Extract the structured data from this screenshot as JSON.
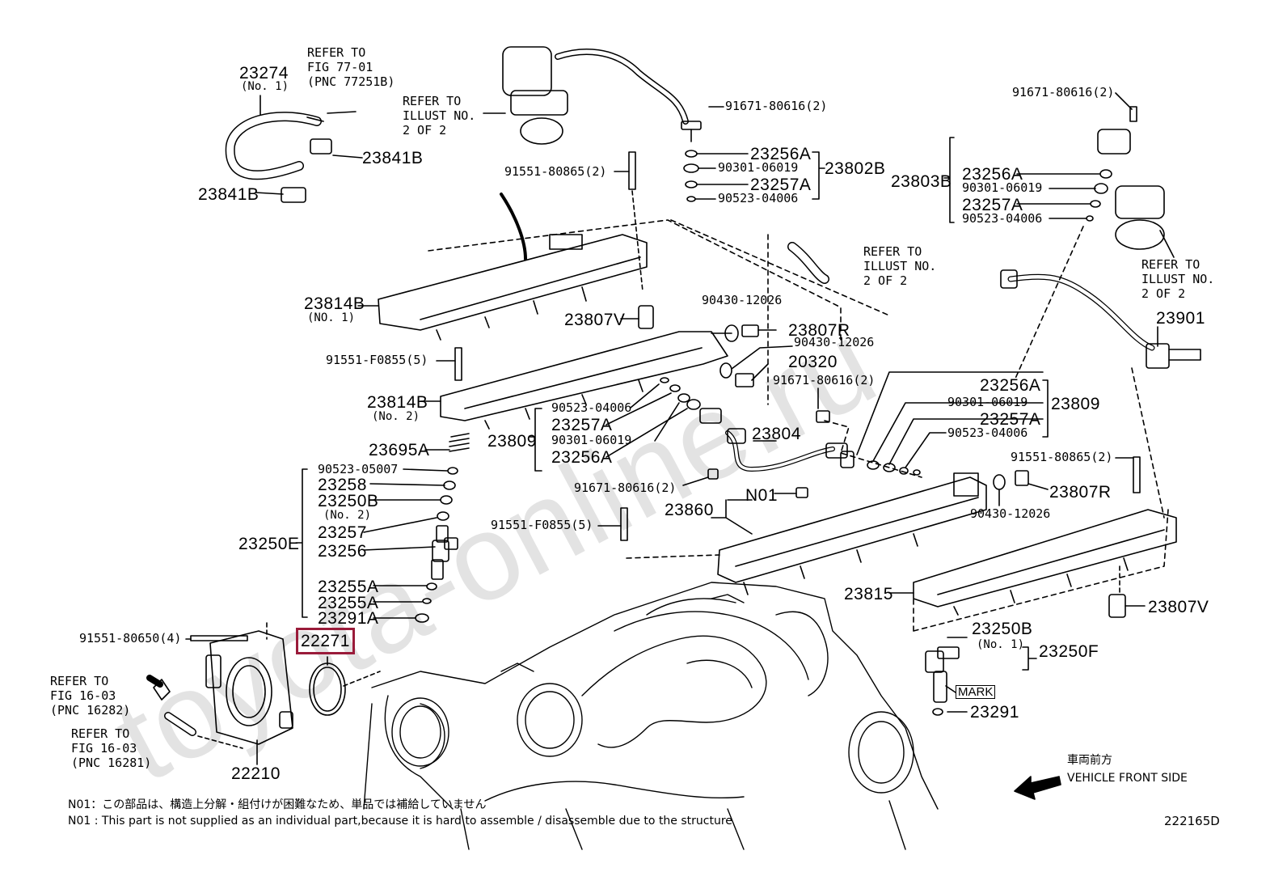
{
  "watermark": "toyota-online.ru",
  "labels": {
    "p23274": "23274",
    "p23274_sub": "(No. 1)",
    "ref_77_01": "REFER TO\nFIG 77-01\n(PNC 77251B)",
    "p23841B_a": "23841B",
    "p23841B_b": "23841B",
    "ref_illust_a": "REFER TO\nILLUST NO.\n2 OF 2",
    "p91671_a": "91671-80616(2)",
    "p23256A_a": "23256A",
    "p90301_a": "90301-06019",
    "p23257A_a": "23257A",
    "p90523_a": "90523-04006",
    "p23802B": "23802B",
    "p91551_80865_a": "91551-80865(2)",
    "p91671_b": "91671-80616(2)",
    "p23803B": "23803B",
    "p23256A_b": "23256A",
    "p90301_b": "90301-06019",
    "p23257A_b": "23257A",
    "p90523_b": "90523-04006",
    "ref_illust_b": "REFER TO\nILLUST NO.\n2 OF 2",
    "ref_illust_c": "REFER TO\nILLUST NO.\n2 OF 2",
    "p23814B_1": "23814B",
    "p23814B_1_sub": "(NO. 1)",
    "p23807V_a": "23807V",
    "p90430_a": "90430-12026",
    "p23807R_a": "23807R",
    "p90430_b": "90430-12026",
    "p20320": "20320",
    "p91671_c": "91671-80616(2)",
    "p23901": "23901",
    "p91551_F0855_a": "91551-F0855(5)",
    "p23814B_2": "23814B",
    "p23814B_2_sub": "(No. 2)",
    "p90523_c": "90523-04006",
    "p23257A_c": "23257A",
    "p23809_a": "23809",
    "p90301_c": "90301-06019",
    "p23256A_c": "23256A",
    "p23804": "23804",
    "p23256A_d": "23256A",
    "p90301_d": "90301-06019",
    "p23809_b": "23809",
    "p23257A_d": "23257A",
    "p90523_d": "90523-04006",
    "p23695A": "23695A",
    "p90523_05007": "90523-05007",
    "p23258": "23258",
    "p23250B_2": "23250B",
    "p23250B_2_sub": "(No. 2)",
    "p23257": "23257",
    "p23256": "23256",
    "p23250E": "23250E",
    "p23255A_a": "23255A",
    "p23255A_b": "23255A",
    "p23291A": "23291A",
    "p91671_d": "91671-80616(2)",
    "p91551_80865_b": "91551-80865(2)",
    "p23807R_b": "23807R",
    "p90430_c": "90430-12026",
    "pN01": "N01",
    "p23860": "23860",
    "p91551_F0855_b": "91551-F0855(5)",
    "p23815": "23815",
    "p23807V_b": "23807V",
    "p91551_80650": "91551-80650(4)",
    "p22271": "22271",
    "ref_16_03_a": "REFER TO\nFIG 16-03\n(PNC 16282)",
    "ref_16_03_b": "REFER TO\nFIG 16-03\n(PNC 16281)",
    "p22210": "22210",
    "p23250B_1": "23250B",
    "p23250B_1_sub": "(No. 1)",
    "p23250F": "23250F",
    "mark": "MARK",
    "p23291": "23291",
    "front_jp": "車両前方",
    "front_en": "VEHICLE FRONT SIDE"
  },
  "notes": {
    "jp": "N01：この部品は、構造上分解・組付けが困難なため、単品では補給していません",
    "en": "N01 : This part is not supplied as an individual part,because it is hard to assemble / disassemble due to the structure"
  },
  "diagram_code": "222165D",
  "colors": {
    "highlight": "#9a1b3a",
    "ink": "#000000",
    "watermark": "#d9d9d9"
  }
}
